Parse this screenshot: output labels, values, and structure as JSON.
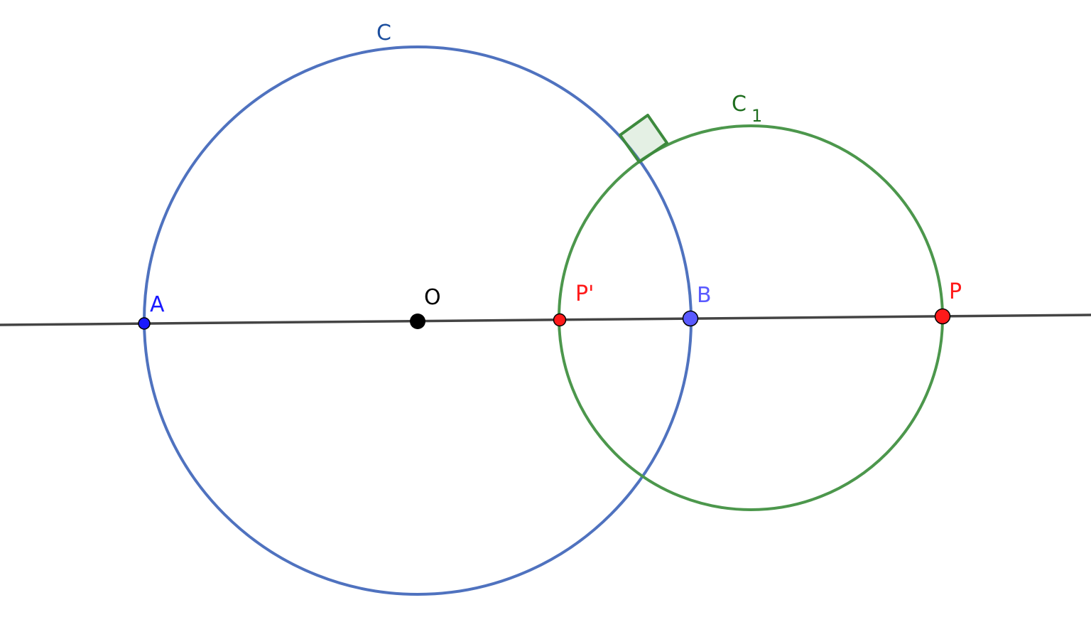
{
  "colors": {
    "circle_c": "#4f72bf",
    "circle_c1": "#4c974c",
    "line": "#444444",
    "label_c": "#1c4e9e",
    "label_c1": "#1f6e1f",
    "point_a": "#1a1aff",
    "point_b": "#5a5aff",
    "point_red": "#ff1a1a",
    "point_o": "#000000"
  },
  "labels": {
    "circle_c": "C",
    "circle_c1_main": "C",
    "circle_c1_sub": "1",
    "point_a": "A",
    "point_o": "O",
    "point_p_prime": "P'",
    "point_b": "B",
    "point_p": "P"
  }
}
